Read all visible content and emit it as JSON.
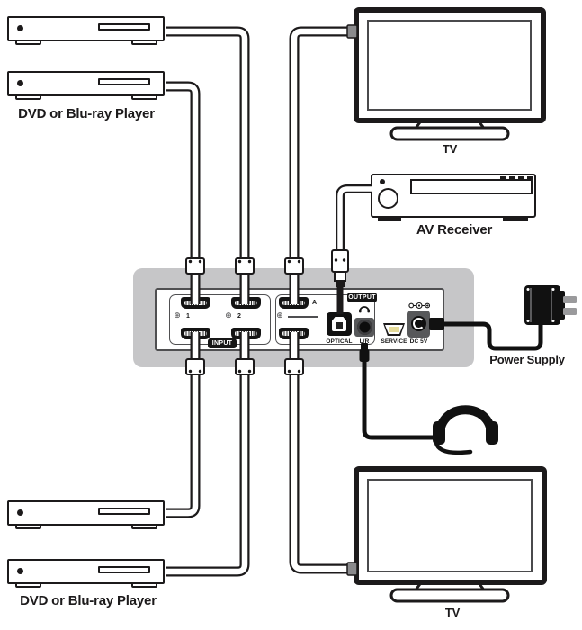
{
  "labels": {
    "source_top": "DVD or Blu-ray Player",
    "source_bottom": "DVD or Blu-ray Player",
    "tv_top": "TV",
    "tv_bottom": "TV",
    "av_receiver": "AV Receiver",
    "power_supply": "Power Supply"
  },
  "rear_panel": {
    "input_badge": "INPUT",
    "output_badge": "OUTPUT",
    "input_1": "1",
    "input_2": "2",
    "output_a": "A",
    "optical": "OPTICAL",
    "headphone_out": "L/R",
    "service": "SERVICE",
    "power_in": "DC 5V"
  },
  "colors": {
    "ink": "#1c1a1b",
    "panel_band": "#c6c6c8",
    "jack_metal": "#57585a",
    "usb_pins": "#e6dc9a",
    "plug_gray": "#8a8a8c"
  }
}
